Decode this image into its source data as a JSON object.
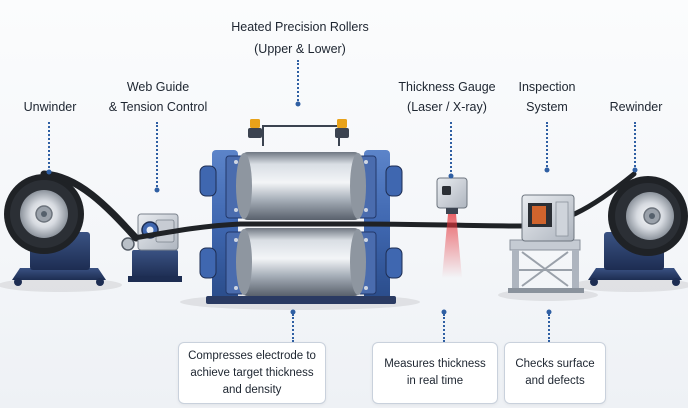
{
  "labels": {
    "rollers_line1": "Heated Precision Rollers",
    "rollers_line2": "(Upper & Lower)",
    "unwinder": "Unwinder",
    "webguide_line1": "Web Guide",
    "webguide_line2": "& Tension Control",
    "gauge_line1": "Thickness Gauge",
    "gauge_line2": "(Laser / X-ray)",
    "inspection_line1": "Inspection",
    "inspection_line2": "System",
    "rewinder": "Rewinder"
  },
  "callouts": {
    "rollers": "Compresses electrode to\nachieve target thickness\nand density",
    "gauge": "Measures thickness\nin real time",
    "inspection": "Checks surface\nand defects"
  },
  "colors": {
    "accent_blue": "#2f5fa3",
    "machine_blue": "#3f67b0",
    "steel": "#b9c0c8",
    "web": "#1f2226",
    "laser": "#e5333a",
    "indicator": "#e8a21a"
  }
}
